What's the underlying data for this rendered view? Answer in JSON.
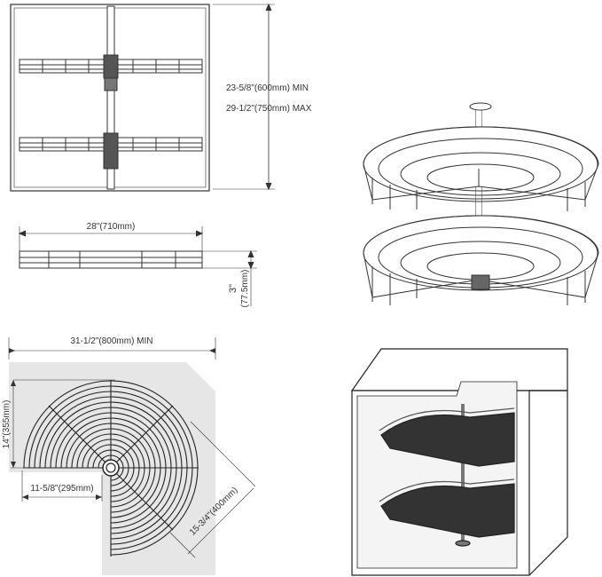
{
  "front_view": {
    "height_min": "23-5/8\"(600mm)  MIN",
    "height_max": "29-1/2\"(750mm)  MAX"
  },
  "shelf_side_view": {
    "width": "28\"(710mm)",
    "thickness_in": "3\"",
    "thickness_mm": "(77.5mm)"
  },
  "top_view": {
    "cabinet_min": "31-1/2\"(800mm) MIN",
    "depth": "14\"(355mm)",
    "offset": "11-5/8\"(295mm)",
    "radius": "15-3/4\"(400mm)"
  },
  "colors": {
    "line": "#333333",
    "shade": "#e6e6e6",
    "dark": "#222222"
  }
}
